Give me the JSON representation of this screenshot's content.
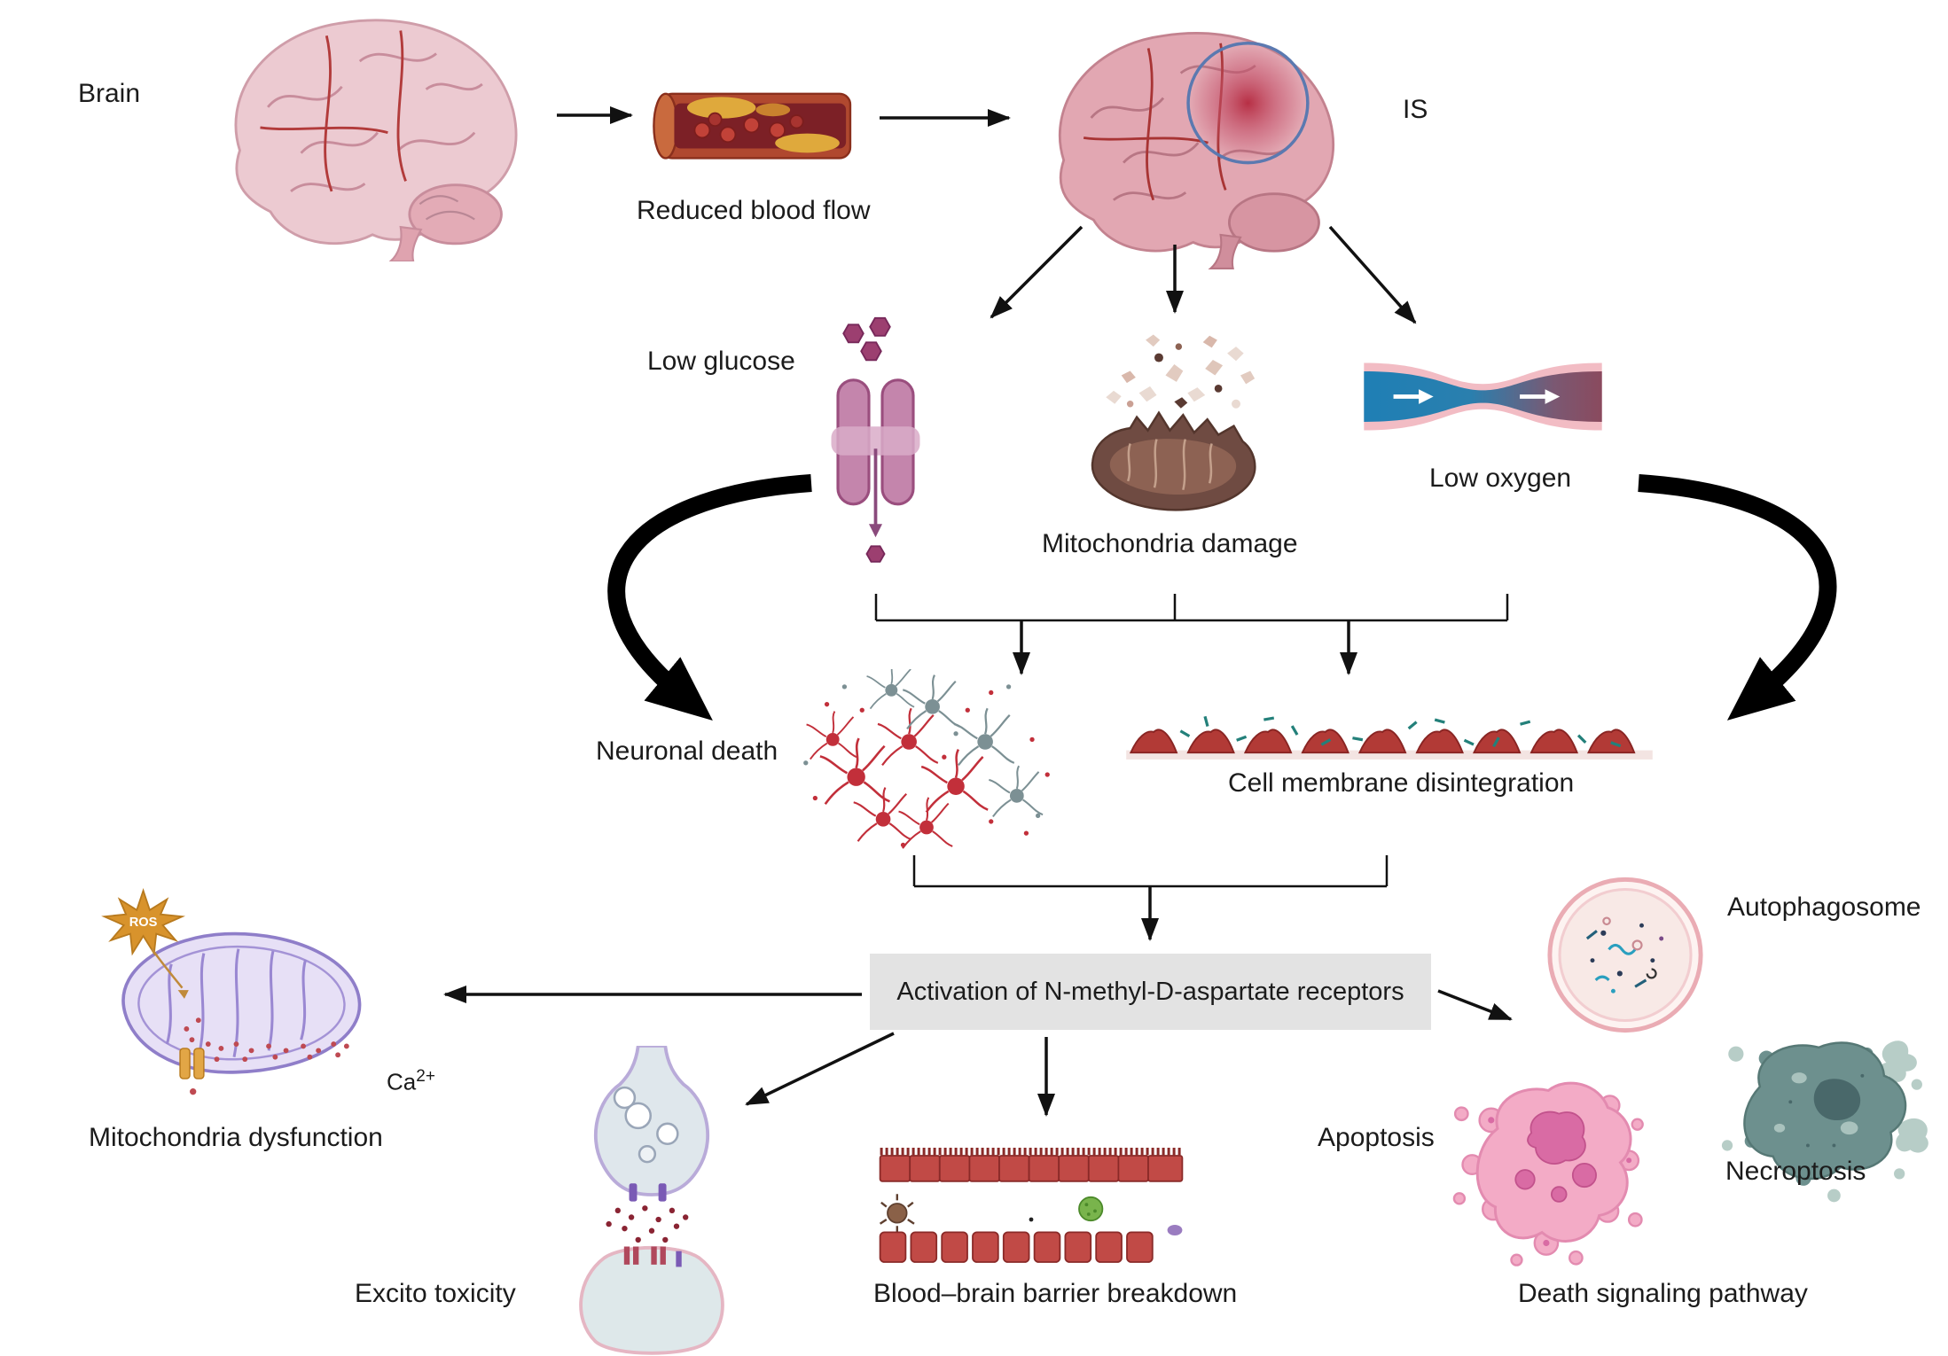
{
  "diagram": {
    "type": "biomedical-pathway",
    "nodes": {
      "brain": "Brain",
      "reduced_blood_flow": "Reduced blood flow",
      "is": "IS",
      "low_glucose": "Low glucose",
      "mitochondria_damage": "Mitochondria damage",
      "low_oxygen": "Low oxygen",
      "neuronal_death": "Neuronal death",
      "cell_membrane_disintegration": "Cell membrane disintegration",
      "nmda_activation": "Activation of N-methyl-D-aspartate receptors",
      "mitochondria_dysfunction": "Mitochondria dysfunction",
      "ros": "ROS",
      "calcium": "Ca",
      "calcium_sup": "2+",
      "excitotoxicity": "Excito toxicity",
      "bbb_breakdown": "Blood–brain barrier breakdown",
      "autophagosome": "Autophagosome",
      "apoptosis": "Apoptosis",
      "necroptosis": "Necroptosis",
      "death_signaling_pathway": "Death signaling pathway"
    },
    "colors": {
      "nmda_box_bg": "#e3e3e3",
      "arrow": "#111111",
      "brain_pink": "#eccad1",
      "vessel_red": "#b0482f",
      "plaque_yellow": "#dfa93c",
      "oxygen_blue": "#1f7fb5",
      "transporter_purple": "#c485ac",
      "mito_brown": "#6f4b42",
      "neuron_red": "#c22f3a",
      "membrane_red": "#b23a36",
      "mito_dysf_purple": "#8f7ec9",
      "ros_orange": "#d8932c",
      "apoptosis_pink": "#f3abc6",
      "necroptosis_teal": "#6d908e"
    }
  }
}
